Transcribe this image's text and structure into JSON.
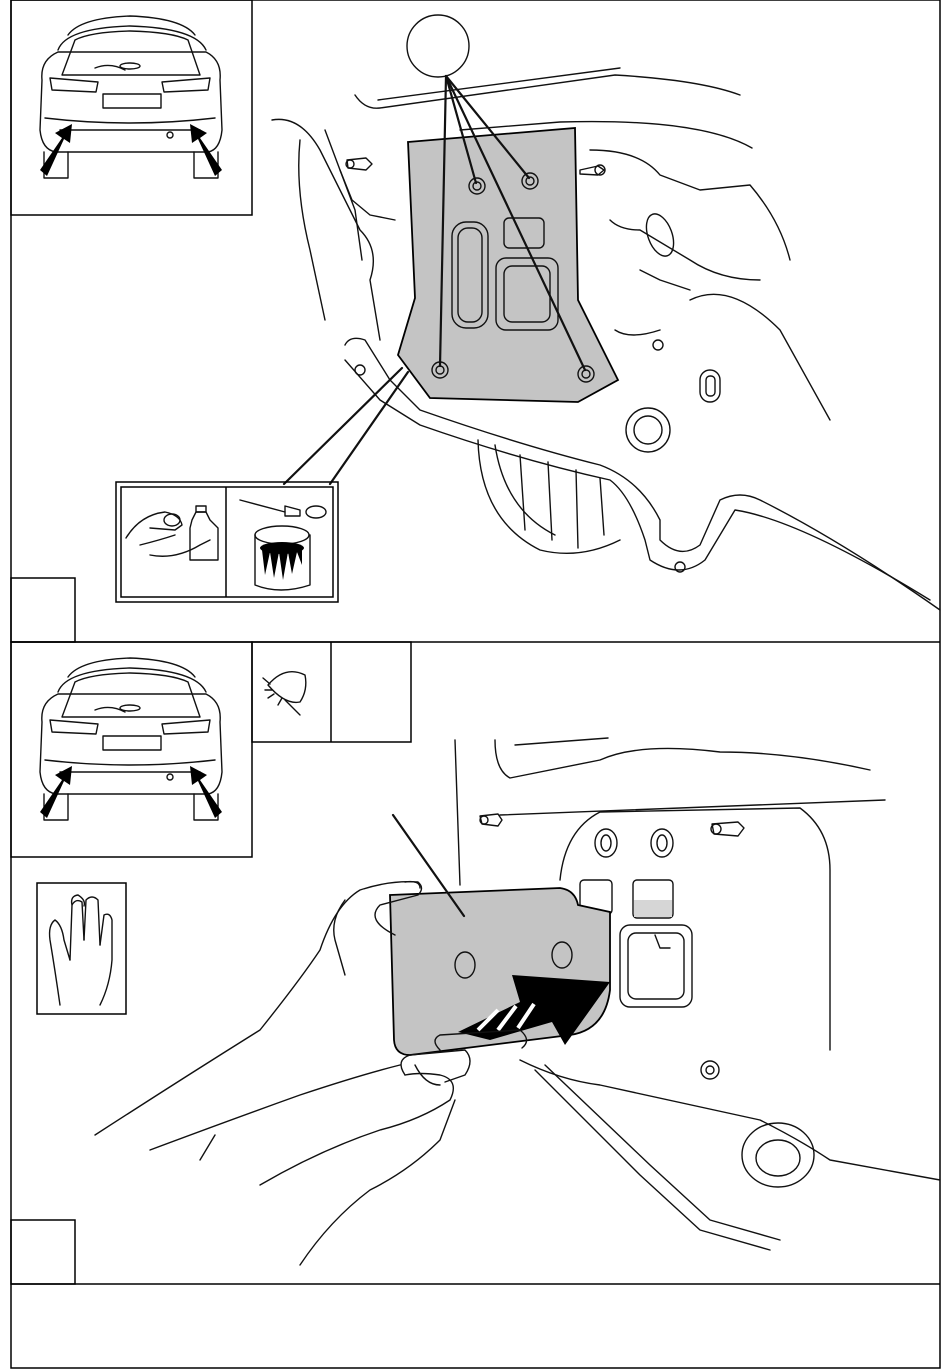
{
  "document": {
    "type": "installation-instruction-sheet",
    "panels": [
      {
        "id": "panel-1",
        "step_label": "",
        "callout_label": "",
        "description": ""
      },
      {
        "id": "panel-2",
        "step_label": "",
        "tool_icon_label": "",
        "description": ""
      }
    ],
    "footer_note": ""
  },
  "icons": {
    "car_rear_view": "car-rear-view-icon",
    "cleaning": "cleaning-hands-icon",
    "adhesive": "adhesive-brush-jar-icon",
    "no_tools": "no-tool-eye-icon",
    "finger_press": "finger-press-hand-icon"
  },
  "colors": {
    "part_fill": "#c4c4c4",
    "line": "#111111",
    "arrow": "#000000"
  }
}
